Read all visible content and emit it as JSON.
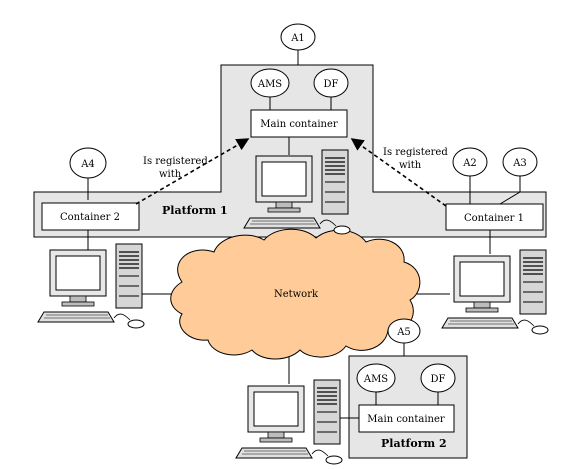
{
  "platform1": {
    "title": "Platform 1",
    "main_container": "Main container",
    "container_2": "Container 2",
    "container_1": "Container 1",
    "ams": "AMS",
    "df": "DF"
  },
  "platform2": {
    "title": "Platform 2",
    "main_container": "Main container",
    "ams": "AMS",
    "df": "DF"
  },
  "agents": {
    "a1": "A1",
    "a2": "A2",
    "a3": "A3",
    "a4": "A4",
    "a5": "A5"
  },
  "network": "Network",
  "registration": {
    "left_line1": "Is registered",
    "left_line2": "with",
    "right_line1": "Is registered",
    "right_line2": "with"
  }
}
